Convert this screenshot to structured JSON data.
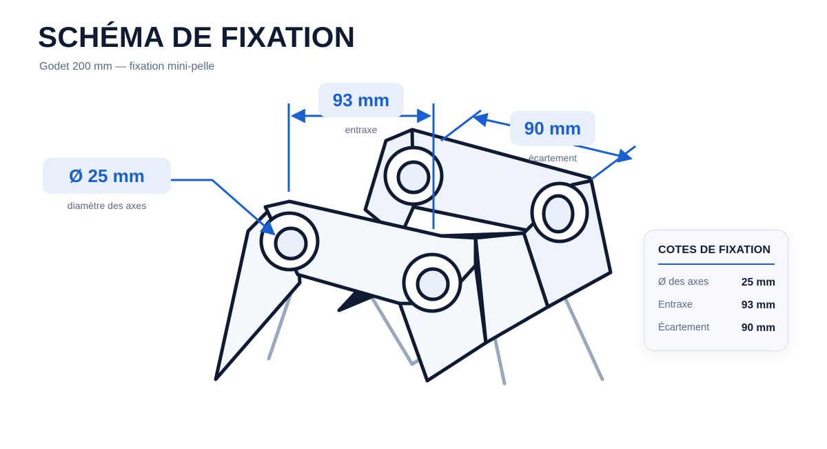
{
  "header": {
    "title": "SCHÉMA DE FIXATION",
    "subtitle": "Godet 200 mm — fixation mini-pelle"
  },
  "dimensions": {
    "diameter": {
      "value": "Ø 25 mm",
      "caption": "diamètre des axes"
    },
    "center_distance": {
      "value": "93 mm",
      "caption": "entraxe"
    },
    "spacing": {
      "value": "90 mm",
      "caption": "écartement"
    }
  },
  "specs_panel": {
    "title": "COTES DE FIXATION",
    "rows": [
      {
        "label": "Ø des axes",
        "value": "25 mm"
      },
      {
        "label": "Entraxe",
        "value": "93 mm"
      },
      {
        "label": "Écartement",
        "value": "90 mm"
      }
    ]
  },
  "colors": {
    "accent": "#1a5fd0",
    "outline": "#0f1a33",
    "pill_bg": "#e7effb",
    "muted_text": "#5b6a85",
    "support_lines": "#9aa8bd"
  },
  "icons": [
    "double-arrow-icon",
    "arrow-icon"
  ]
}
